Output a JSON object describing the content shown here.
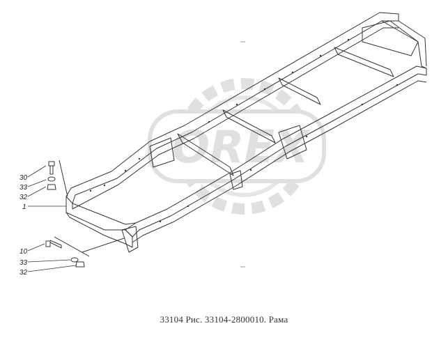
{
  "diagram": {
    "caption": "33104 Рис. 33104-2800010. Рама",
    "watermark_text": "OREX",
    "callouts": [
      {
        "id": "c30",
        "label": "30"
      },
      {
        "id": "c33a",
        "label": "33"
      },
      {
        "id": "c32a",
        "label": "32"
      },
      {
        "id": "c1",
        "label": "1"
      },
      {
        "id": "c10",
        "label": "10"
      },
      {
        "id": "c33b",
        "label": "33"
      },
      {
        "id": "c32b",
        "label": "32"
      }
    ],
    "colors": {
      "line": "#333333",
      "watermark": "#c8c8c8"
    }
  }
}
